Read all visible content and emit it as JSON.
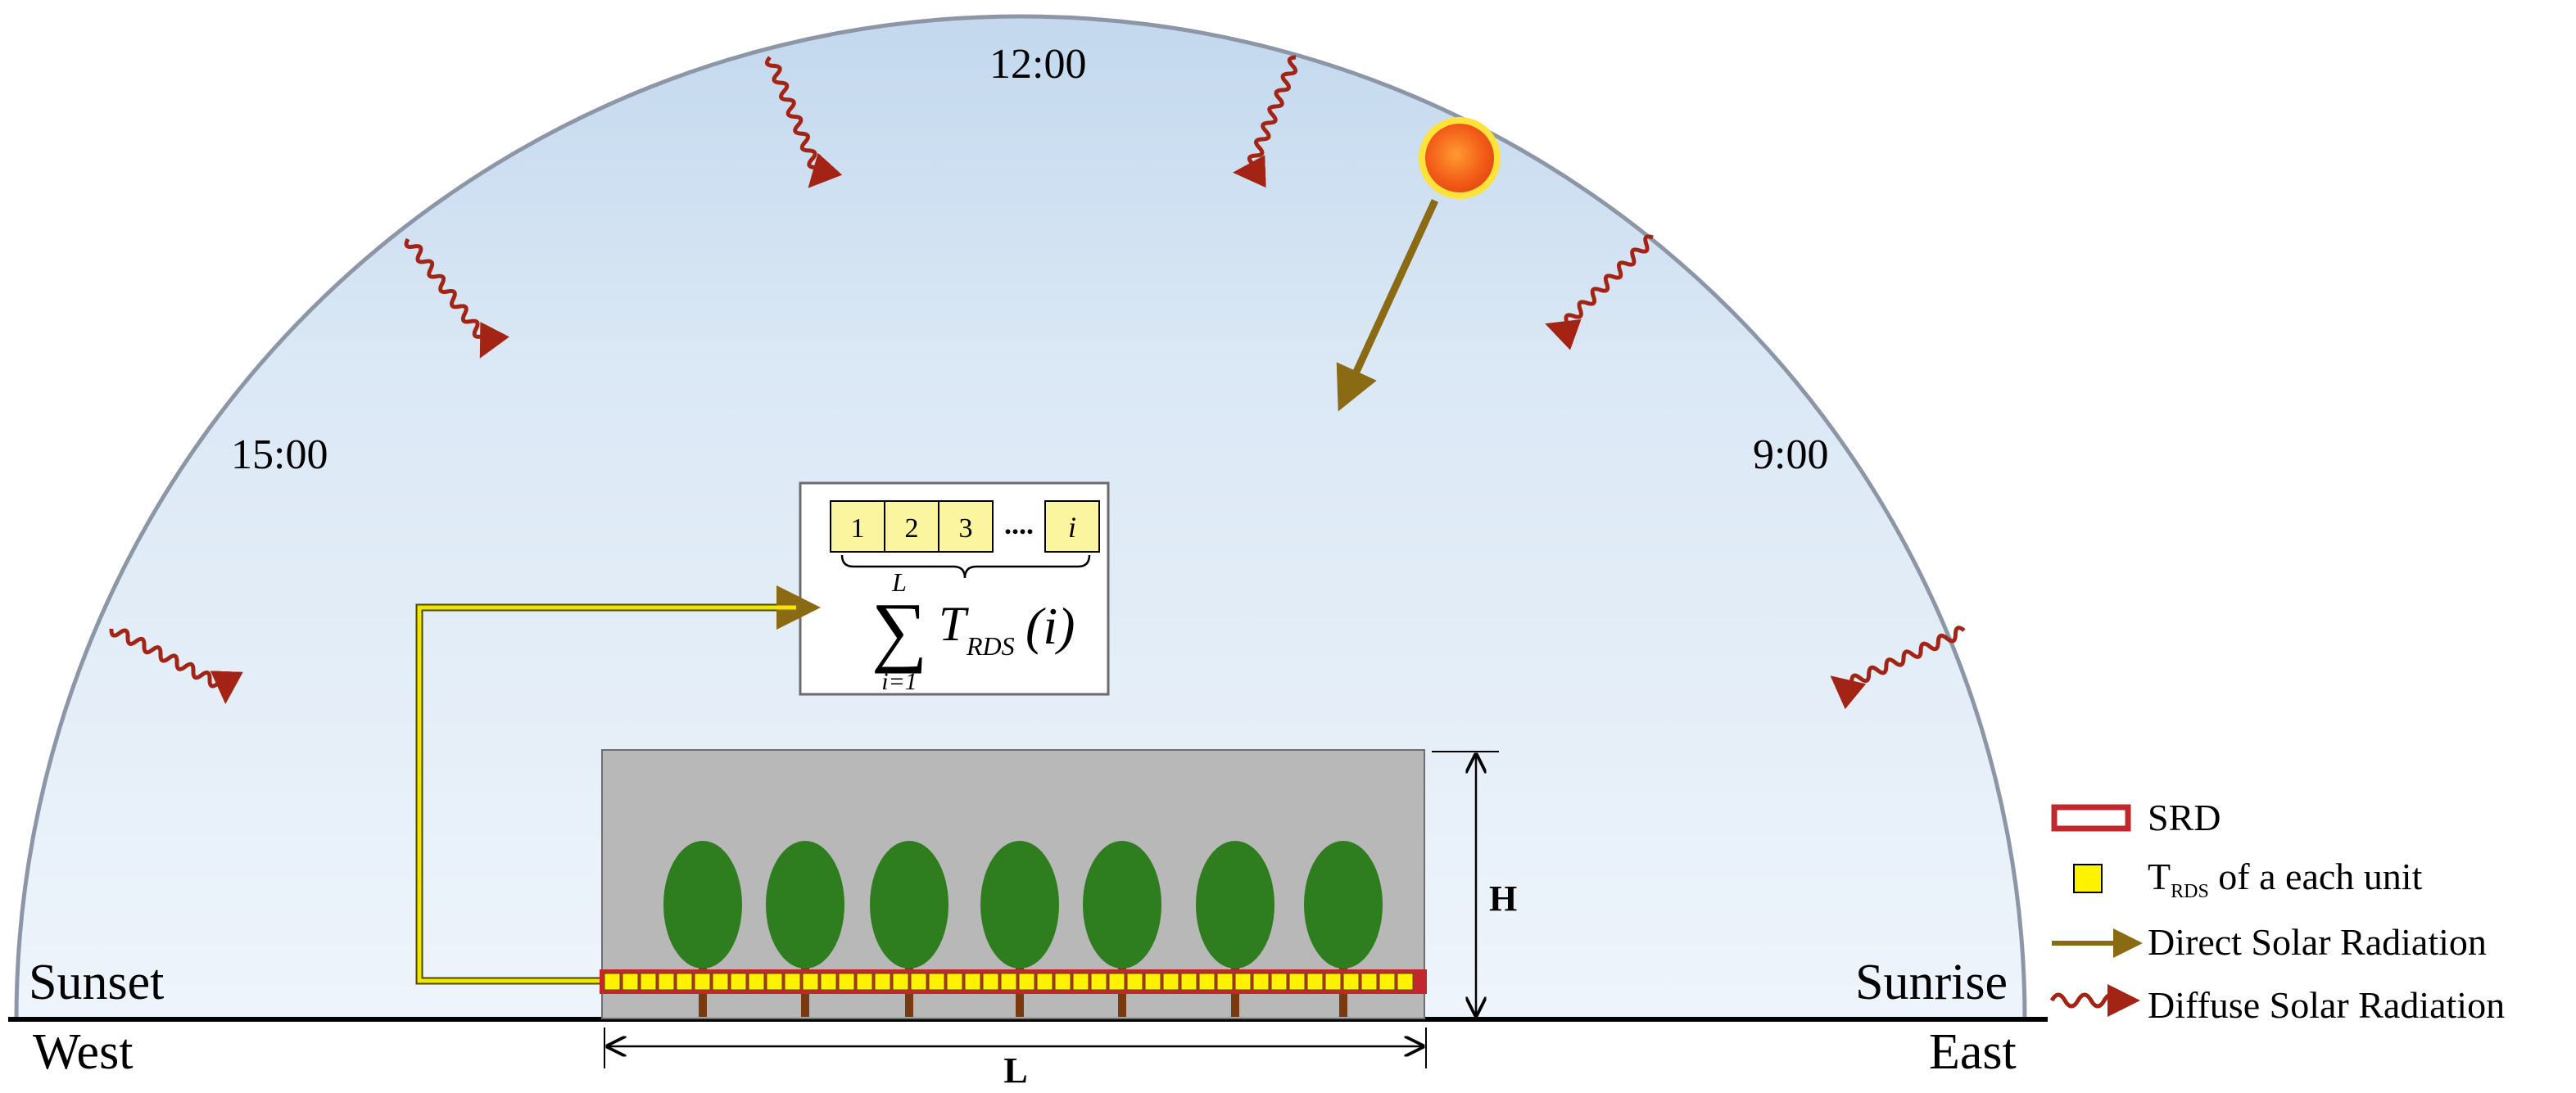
{
  "dome": {
    "time_labels": {
      "noon": "12:00",
      "afternoon": "15:00",
      "morning": "9:00"
    },
    "sunset": "Sunset",
    "sunrise": "Sunrise",
    "west": "West",
    "east": "East"
  },
  "dimensions": {
    "height": "H",
    "length": "L"
  },
  "formula": {
    "cells": [
      "1",
      "2",
      "3",
      "....",
      "i"
    ],
    "sum_upper": "L",
    "sum_lower": "i=1",
    "sum_symbol": "∑",
    "term": "T",
    "term_sub": "RDS",
    "term_arg": "(i)"
  },
  "legend": {
    "srd": "SRD",
    "trds_main": "T",
    "trds_sub": "RDS",
    "trds_rest": " of a each unit",
    "direct": "Direct Solar Radiation",
    "diffuse": "Diffuse Solar Radiation"
  },
  "colors": {
    "sky_top": "#c9dcf0",
    "sky_bottom": "#eef4fb",
    "dome_outline": "#8c96a6",
    "sun": "#f4661c",
    "sun_glow": "#ffe23a",
    "direct_ray": "#8a6a12",
    "diffuse_ray": "#a32414",
    "tree": "#2e7d1e",
    "trunk": "#7a3a10",
    "greenhouse": "#b8b8b8",
    "srd_frame": "#c0282d",
    "unit_fill": "#fff200",
    "connector": "#e6d800"
  }
}
